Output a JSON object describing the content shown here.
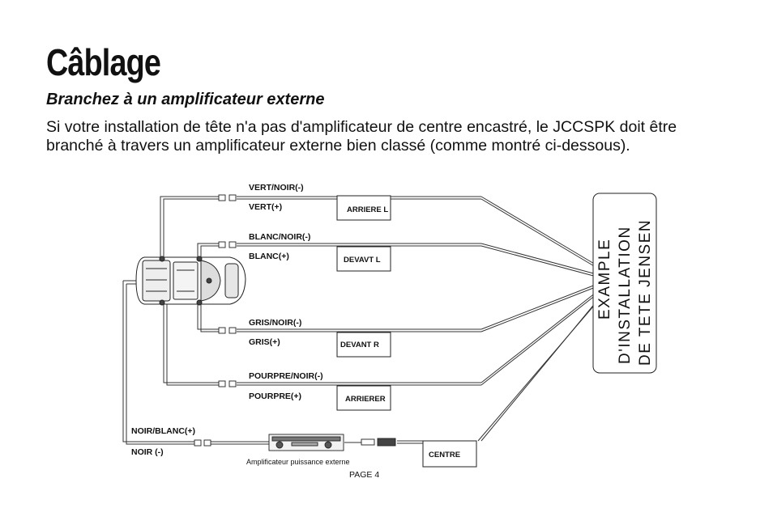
{
  "title": "Câblage",
  "subtitle": "Branchez à un amplificateur externe",
  "description": "Si votre installation de tête n'a pas d'amplificateur de centre encastré, le JCCSPK doit être branché à travers un amplificateur externe bien classé (comme montré ci-dessous).",
  "head_unit": {
    "line1": "EXAMPLE",
    "line2": "D'INSTALLATION",
    "line3": "DE TETE JENSEN"
  },
  "wires": {
    "vert_neg": "VERT/NOIR(-)",
    "vert_pos": "VERT(+)",
    "blanc_neg": "BLANC/NOIR(-)",
    "blanc_pos": "BLANC(+)",
    "gris_neg": "GRIS/NOIR(-)",
    "gris_pos": "GRIS(+)",
    "pourpre_neg": "POURPRE/NOIR(-)",
    "pourpre_pos": "POURPRE(+)",
    "noir_blanc": "NOIR/BLANC(+)",
    "noir": "NOIR (-)"
  },
  "channels": {
    "arriere_l": "ARRIERE L",
    "devant_l": "DEVAVT L",
    "devant_r": "DEVANT R",
    "arriere_r": "ARRIERER",
    "centre": "CENTRE"
  },
  "amplifier_caption": "Amplificateur puissance externe",
  "page_number": "PAGE 4"
}
